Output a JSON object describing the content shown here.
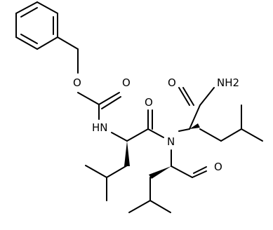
{
  "structure": {
    "atoms": {
      "o_ester": "O",
      "o_carbonyl_top": "O",
      "nh_carbamate": "HN",
      "o_amide_mid": "O",
      "n_tertiary": "N",
      "o_amide_top": "O",
      "nh2": "NH2",
      "o_aldehyde": "O"
    }
  }
}
